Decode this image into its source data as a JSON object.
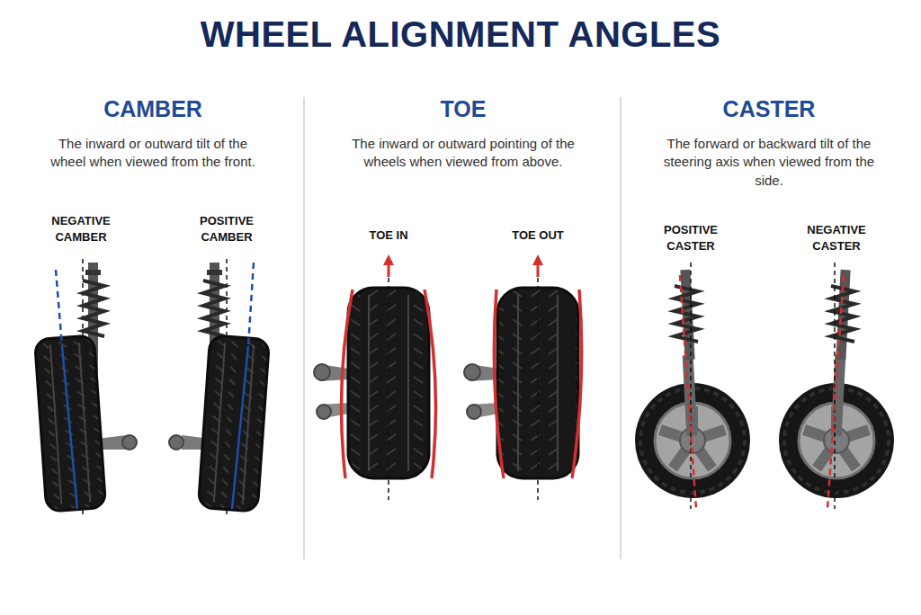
{
  "diagram": {
    "title": "WHEEL ALIGNMENT ANGLES",
    "labels": [
      "CAMBER",
      "The inward or outward tilt of the wheel when viewed from the front.",
      "NEGATIVE CAMBER",
      "POSITIVE CAMBER",
      "TOE",
      "The inward or outward pointing of the wheels when viewed from above.",
      "TOE IN",
      "TOE OUT",
      "CASTER",
      "The forward or backward tilt of the steering axis when viewed from the side.",
      "POSITIVE CASTER",
      "NEGATIVE CASTER"
    ]
  }
}
